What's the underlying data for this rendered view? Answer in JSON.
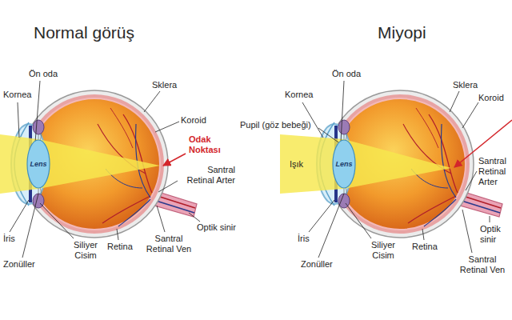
{
  "diagram": {
    "nodes": [
      {
        "text": [
          "Lens"
        ]
      },
      {
        "text": [
          "Lens"
        ]
      }
    ],
    "labels": [
      "Normal görüş",
      "Miyopi",
      "Ön oda",
      "Kornea",
      "İris",
      "Zonüller",
      "Siliyer Cisim",
      "Retina",
      "Santral Retinal Ven",
      "Optik sinir",
      "Santral Retinal Arter",
      "Odak Noktası",
      "Koroid",
      "Sklera",
      "Ön oda",
      "Kornea",
      "Pupil (göz bebeği)",
      "Işık",
      "İris",
      "Zonüller",
      "Siliyer Cisim",
      "Retina",
      "Santral Retinal Ven",
      "Optik sinir",
      "Santral Retinal Arter",
      "Koroid",
      "Sklera"
    ]
  }
}
